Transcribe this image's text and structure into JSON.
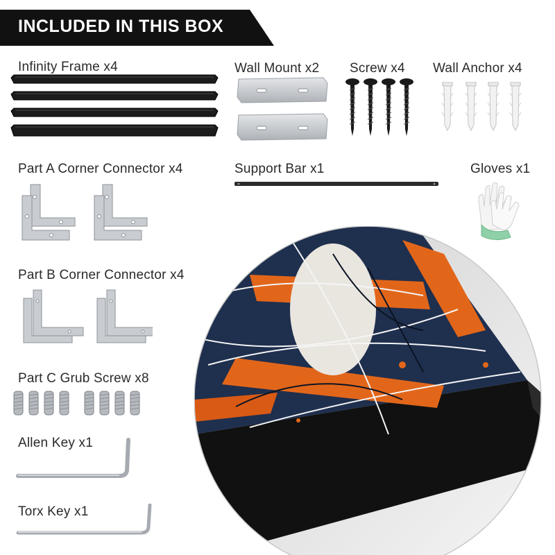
{
  "header": {
    "title": "INCLUDED IN THIS BOX"
  },
  "items": {
    "infinity_frame": "Infinity Frame x4",
    "wall_mount": "Wall Mount x2",
    "screw": "Screw x4",
    "wall_anchor": "Wall Anchor x4",
    "part_a": "Part A Corner Connector x4",
    "support_bar": "Support Bar x1",
    "gloves": "Gloves x1",
    "part_b": "Part B Corner Connector x4",
    "part_c": "Part C Grub Screw x8",
    "allen_key": "Allen Key x1",
    "torx_key": "Torx Key x1"
  },
  "colors": {
    "banner": "#111111",
    "frame": "#1a1a1a",
    "metal": "#c9cdd2",
    "painting_navy": "#1f2f4e",
    "painting_orange": "#e2661a"
  }
}
